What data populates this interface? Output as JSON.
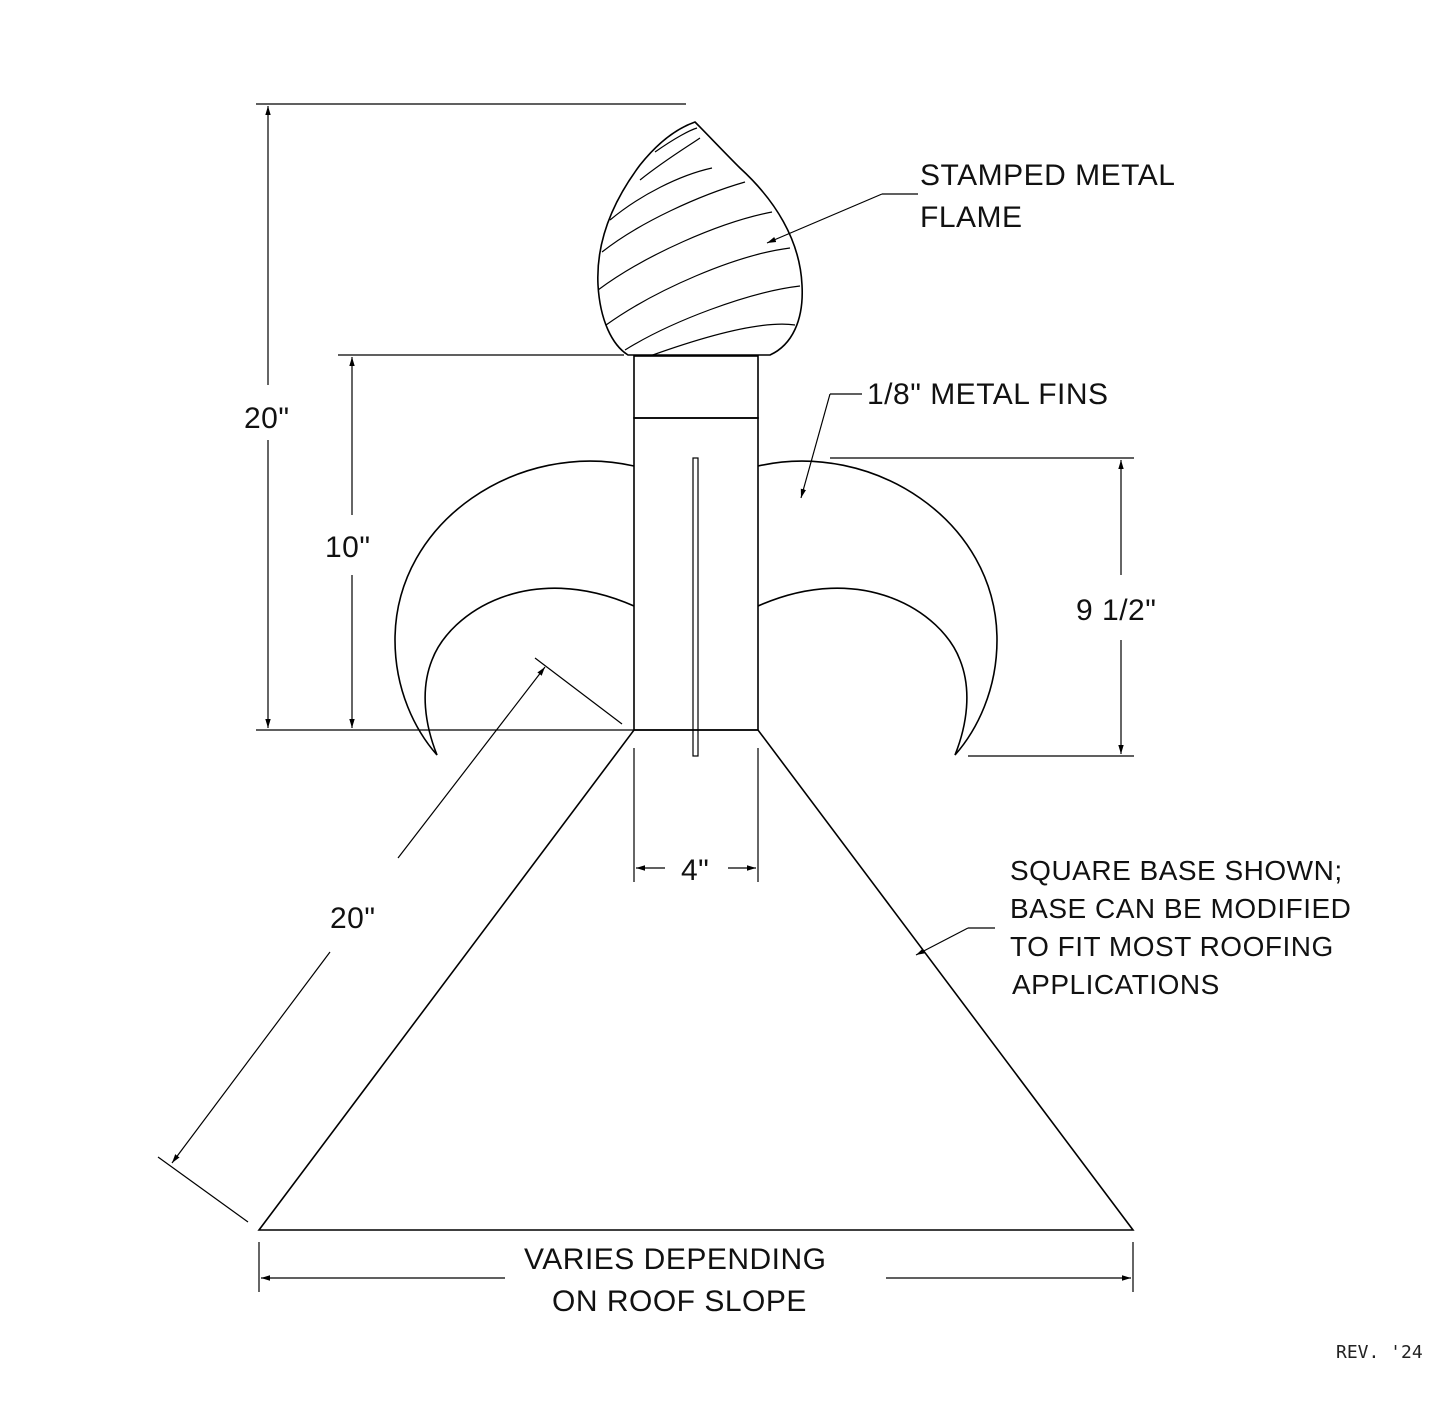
{
  "labels": {
    "flame_line1": "STAMPED METAL",
    "flame_line2": "FLAME",
    "fins": "1/8\" METAL FINS",
    "dim_overall_height": "20\"",
    "dim_collar_height": "10\"",
    "dim_fin_height": "9 1/2\"",
    "dim_post_width": "4\"",
    "dim_base_slant": "20\"",
    "base_note_line1": "SQUARE BASE SHOWN;",
    "base_note_line2": "BASE CAN BE MODIFIED",
    "base_note_line3": "TO FIT MOST ROOFING",
    "base_note_line4": "APPLICATIONS",
    "base_width_line1": "VARIES DEPENDING",
    "base_width_line2": "ON ROOF SLOPE",
    "revision": "REV. '24"
  }
}
